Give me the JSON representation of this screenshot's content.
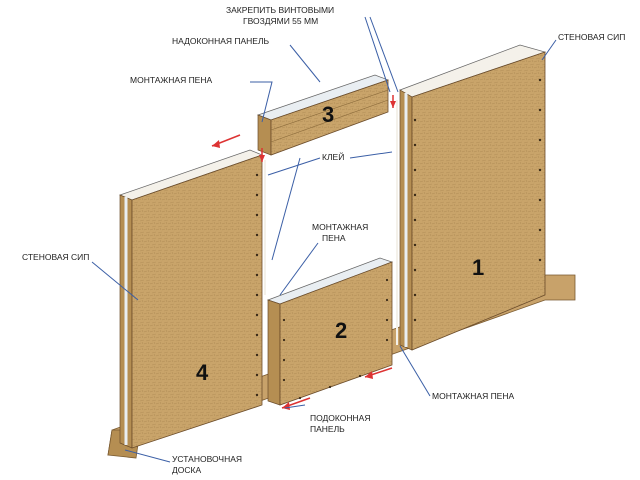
{
  "labels": {
    "top_screw": [
      "ЗАКРЕПИТЬ ВИНТОВЫМИ",
      "ГВОЗДЯМИ 55 ММ"
    ],
    "lintel_panel": "НАДОКОННАЯ ПАНЕЛЬ",
    "foam_top": "МОНТАЖНАЯ ПЕНА",
    "wall_sip_right": "СТЕНОВАЯ СИП",
    "glue": "КЛЕЙ",
    "foam_middle": [
      "МОНТАЖНАЯ",
      "ПЕНА"
    ],
    "wall_sip_left": "СТЕНОВАЯ  СИП",
    "foam_bottom": "МОНТАЖНАЯ ПЕНА",
    "sill_panel": [
      "ПОДОКОННАЯ",
      "ПАНЕЛЬ"
    ],
    "base_board": [
      "УСТАНОВОЧНАЯ",
      "ДОСКА"
    ]
  },
  "panel_numbers": {
    "right_wall": "1",
    "sill": "2",
    "lintel": "3",
    "left_wall": "4"
  },
  "colors": {
    "osb_face": "#c9a46a",
    "osb_side": "#b58e52",
    "foam_core": "#e9eef2",
    "leader": "#3b5fa6",
    "arrow": "#dd3333"
  }
}
